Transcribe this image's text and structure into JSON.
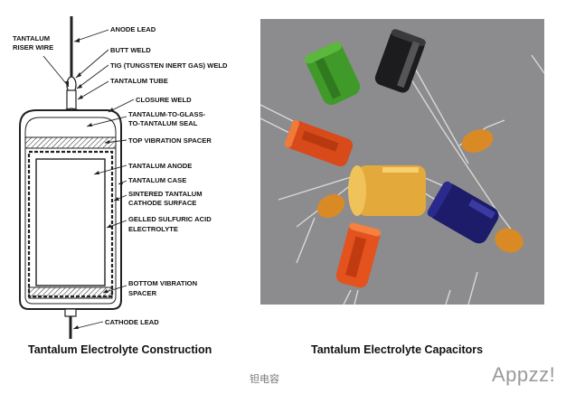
{
  "diagram": {
    "labels": {
      "anode_lead": "ANODE LEAD",
      "tantalum_riser_wire_1": "TANTALUM",
      "tantalum_riser_wire_2": "RISER WIRE",
      "butt_weld": "BUTT WELD",
      "tig_weld": "TIG (TUNGSTEN INERT GAS) WELD",
      "tantalum_tube": "TANTALUM TUBE",
      "closure_weld": "CLOSURE WELD",
      "glass_seal_1": "TANTALUM-TO-GLASS-",
      "glass_seal_2": "TO-TANTALUM SEAL",
      "top_spacer": "TOP VIBRATION SPACER",
      "tantalum_anode": "TANTALUM ANODE",
      "tantalum_case": "TANTALUM CASE",
      "sintered_1": "SINTERED TANTALUM",
      "sintered_2": "CATHODE SURFACE",
      "electrolyte_1": "GELLED SULFURIC ACID",
      "electrolyte_2": "ELECTROLYTE",
      "bottom_spacer_1": "BOTTOM VIBRATION",
      "bottom_spacer_2": "SPACER",
      "cathode_lead": "CATHODE LEAD"
    },
    "caption": "Tantalum Electrolyte Construction"
  },
  "photo": {
    "caption": "Tantalum Electrolyte Capacitors",
    "background_color": "#8c8c8e"
  },
  "footer": {
    "text": "钽电容",
    "watermark": "Appzz!"
  }
}
